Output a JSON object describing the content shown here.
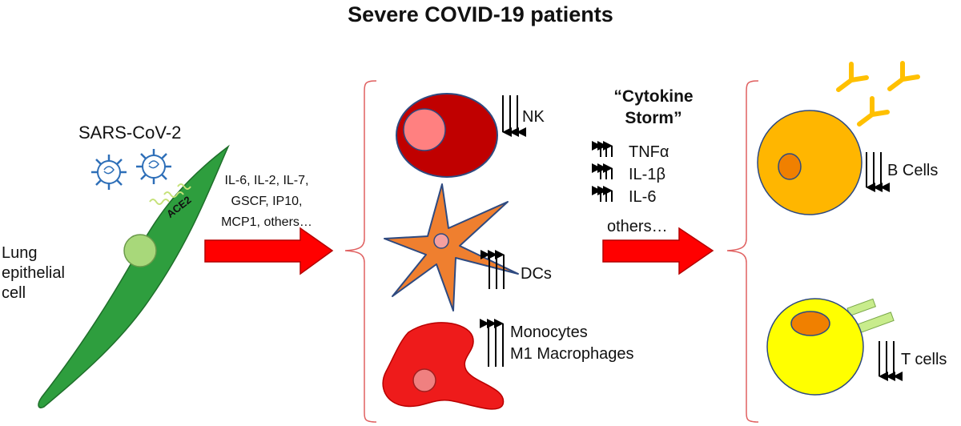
{
  "title": "Severe COVID-19 patients",
  "virus": {
    "label": "SARS-CoV-2",
    "receptor_label": "ACE2"
  },
  "epithelial_cell": {
    "lines": [
      "Lung",
      "epithelial",
      "cell"
    ]
  },
  "cytokines_first": {
    "lines": [
      "IL-6, IL-2, IL-7,",
      "GSCF, IP10,",
      "MCP1, others…"
    ]
  },
  "middle_cells": {
    "nk": {
      "label": "NK",
      "trend": "down"
    },
    "dc": {
      "label": "DCs",
      "trend": "up"
    },
    "mono": {
      "lines": [
        "Monocytes",
        "M1 Macrophages"
      ],
      "trend": "up"
    }
  },
  "storm": {
    "title_lines": [
      "“Cytokine",
      "Storm”"
    ],
    "items": [
      "TNFα",
      "IL-1β",
      "IL-6"
    ],
    "others": "others…"
  },
  "right_cells": {
    "b": {
      "label": "B Cells",
      "trend": "down"
    },
    "t": {
      "label": "T cells",
      "trend": "down"
    }
  },
  "colors": {
    "arrow_red": "#ff0000",
    "bracket": "#e06060",
    "epithelial": "#2e9e3e",
    "nk": "#c00000",
    "dc": "#ef7f2f",
    "mono": "#ee1b1b",
    "b_cell": "#ffb600",
    "t_cell": "#ffff00",
    "antibody": "#ffc000"
  }
}
